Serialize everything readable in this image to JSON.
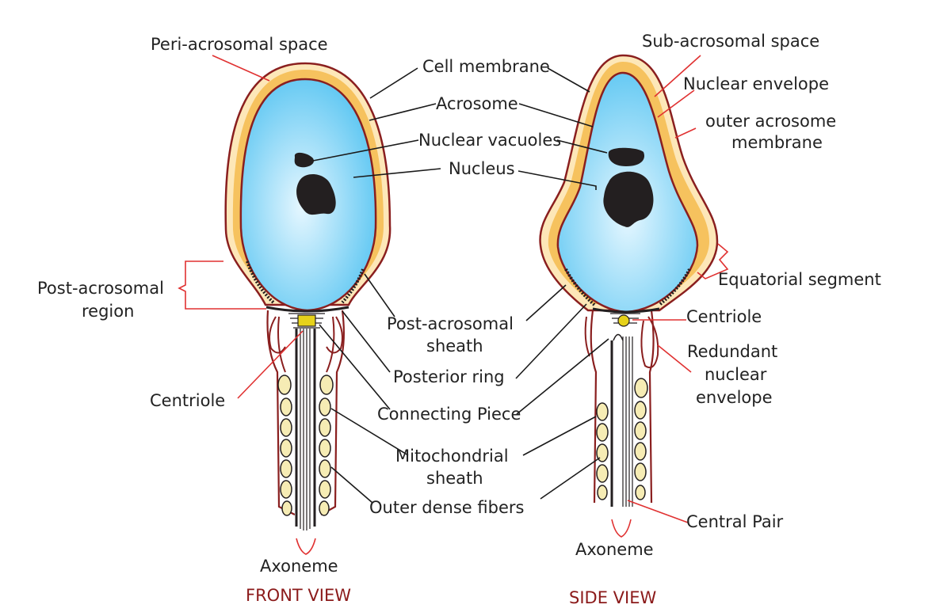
{
  "colors": {
    "nucleus_fill_light": "#e6f7ff",
    "nucleus_fill_dark": "#5cc6f2",
    "acrosome": "#f6c25e",
    "membrane_fill": "#fde7b8",
    "outline": "#8a1f1f",
    "dark": "#231f20",
    "red_leader": "#e03131",
    "view_title": "#8b1a1a",
    "mito_fill": "#f6ecb4",
    "text": "#222222"
  },
  "labels": {
    "peri_acrosomal_space": "Peri-acrosomal space",
    "cell_membrane": "Cell membrane",
    "acrosome": "Acrosome",
    "nuclear_vacuoles": "Nuclear vacuoles",
    "nucleus": "Nucleus",
    "sub_acrosomal_space": "Sub-acrosomal space",
    "nuclear_envelope": "Nuclear envelope",
    "outer_acrosome_membrane": [
      "outer acrosome",
      "membrane"
    ],
    "equatorial_segment": "Equatorial segment",
    "post_acrosomal_region": [
      "Post-acrosomal",
      "region"
    ],
    "post_acrosomal_sheath": [
      "Post-acrosomal",
      "sheath"
    ],
    "posterior_ring": "Posterior ring",
    "centriole_left": "Centriole",
    "centriole_right": "Centriole",
    "redundant_nuclear_envelope": [
      "Redundant",
      "nuclear",
      "envelope"
    ],
    "connecting_piece": "Connecting Piece",
    "mitochondrial_sheath": [
      "Mitochondrial",
      "sheath"
    ],
    "outer_dense_fibers": "Outer dense fibers",
    "central_pair": "Central Pair",
    "axoneme_left": "Axoneme",
    "axoneme_right": "Axoneme"
  },
  "views": {
    "front": "FRONT VIEW",
    "side": "SIDE VIEW"
  }
}
